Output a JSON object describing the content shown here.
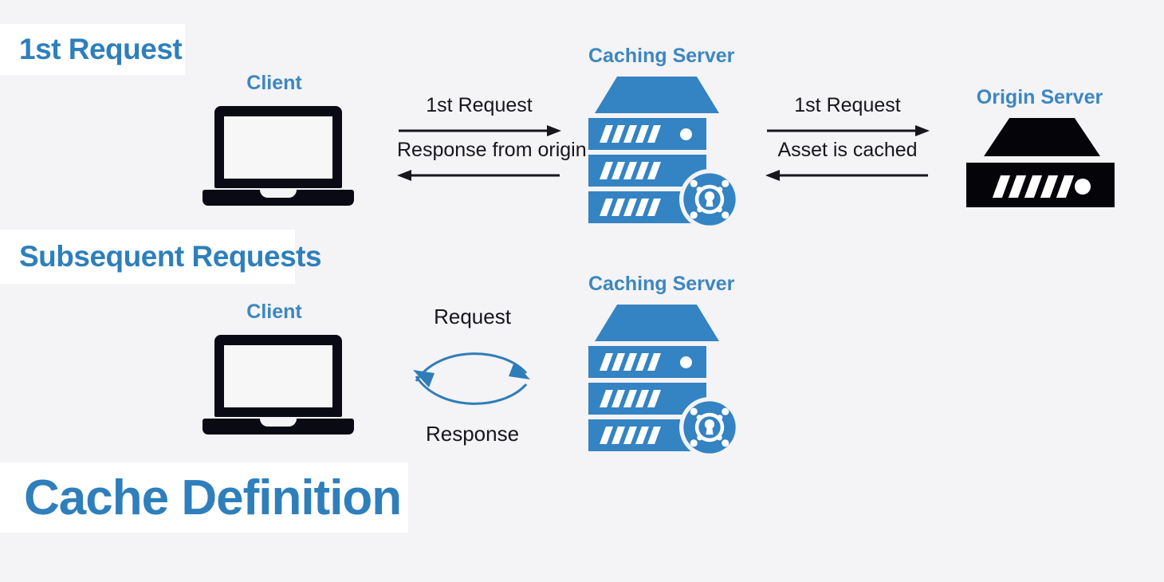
{
  "page": {
    "title": "Cache Definition",
    "background_color": "#f4f3f5",
    "accent_blue": "#3483c3",
    "label_blue": "#3c87c0",
    "banner_background": "#ffffff",
    "black": "#050509"
  },
  "sections": {
    "first_request": {
      "banner_label": "1st Request",
      "nodes": {
        "client": "Client",
        "caching_server": "Caching Server",
        "origin_server": "Origin Server"
      },
      "flows": {
        "client_to_cache_forward": "1st Request",
        "client_to_cache_return": "Response from origin",
        "cache_to_origin_forward": "1st Request",
        "cache_to_origin_return": "Asset is cached"
      }
    },
    "subsequent_requests": {
      "banner_label": "Subsequent Requests",
      "nodes": {
        "client": "Client",
        "caching_server": "Caching Server"
      },
      "flows": {
        "forward": "Request",
        "return": "Response"
      }
    }
  },
  "icons": {
    "laptop": "laptop-icon",
    "server_rack": "server-rack-icon",
    "lock_badge": "lock-shield-icon",
    "arrow_right": "arrow-right-icon",
    "arrow_left": "arrow-left-icon",
    "curved_arrow_right": "curved-arrow-right-icon",
    "curved_arrow_left": "curved-arrow-left-icon"
  }
}
